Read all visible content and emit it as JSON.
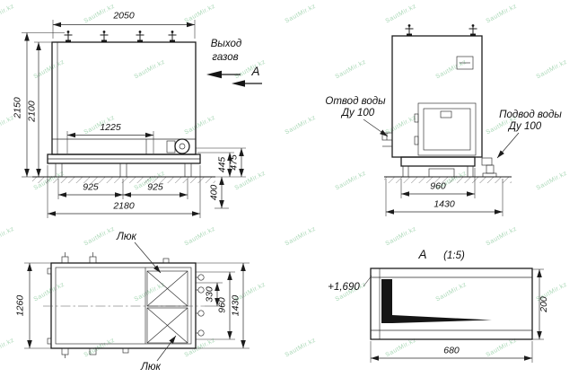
{
  "watermark": {
    "text": "SautMir.kz"
  },
  "front_view": {
    "dim_2050": "2050",
    "dim_2150": "2150",
    "dim_2100": "2100",
    "dim_1225": "1225",
    "dim_925_left": "925",
    "dim_925_right": "925",
    "dim_2180": "2180",
    "dim_445": "445",
    "dim_475": "475",
    "dim_400": "400",
    "gas_outlet_line1": "Выход",
    "gas_outlet_line2": "газов",
    "section_letter": "А"
  },
  "side_view": {
    "outlet_label": "Отвод воды",
    "outlet_dn": "Ду 100",
    "inlet_label": "Подвод воды",
    "inlet_dn": "Ду 100",
    "dim_960": "960",
    "dim_1430": "1430"
  },
  "top_view": {
    "hatch_top": "Люк",
    "hatch_bottom": "Люк",
    "dim_1260": "1260",
    "dim_330": "330",
    "dim_960": "960",
    "dim_1430": "1430"
  },
  "detail_view": {
    "letter": "А",
    "scale": "(1:5)",
    "elevation": "+1,690",
    "dim_200": "200",
    "dim_680": "680"
  }
}
